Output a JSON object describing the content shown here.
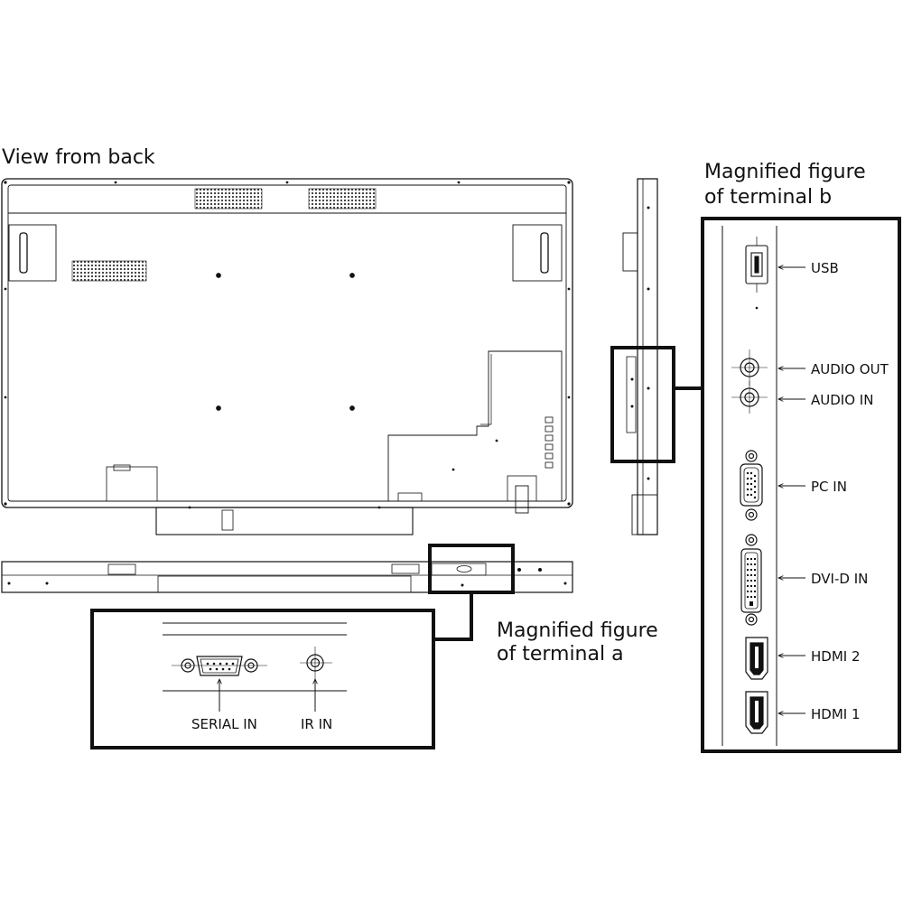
{
  "titles": {
    "view_from_back": "View from back",
    "mag_b_line1": "Magnified figure",
    "mag_b_line2": "of terminal b",
    "mag_a_line1": "Magnified figure",
    "mag_a_line2": "of terminal a"
  },
  "terminal_b_ports": {
    "usb": "USB",
    "audio_out": "AUDIO OUT",
    "audio_in": "AUDIO IN",
    "pc_in": "PC IN",
    "dvi_d_in": "DVI-D IN",
    "hdmi_2": "HDMI 2",
    "hdmi_1": "HDMI 1"
  },
  "terminal_a_ports": {
    "serial_in": "SERIAL IN",
    "ir_in": "IR IN"
  },
  "colors": {
    "line": "#111111",
    "background": "#ffffff"
  }
}
